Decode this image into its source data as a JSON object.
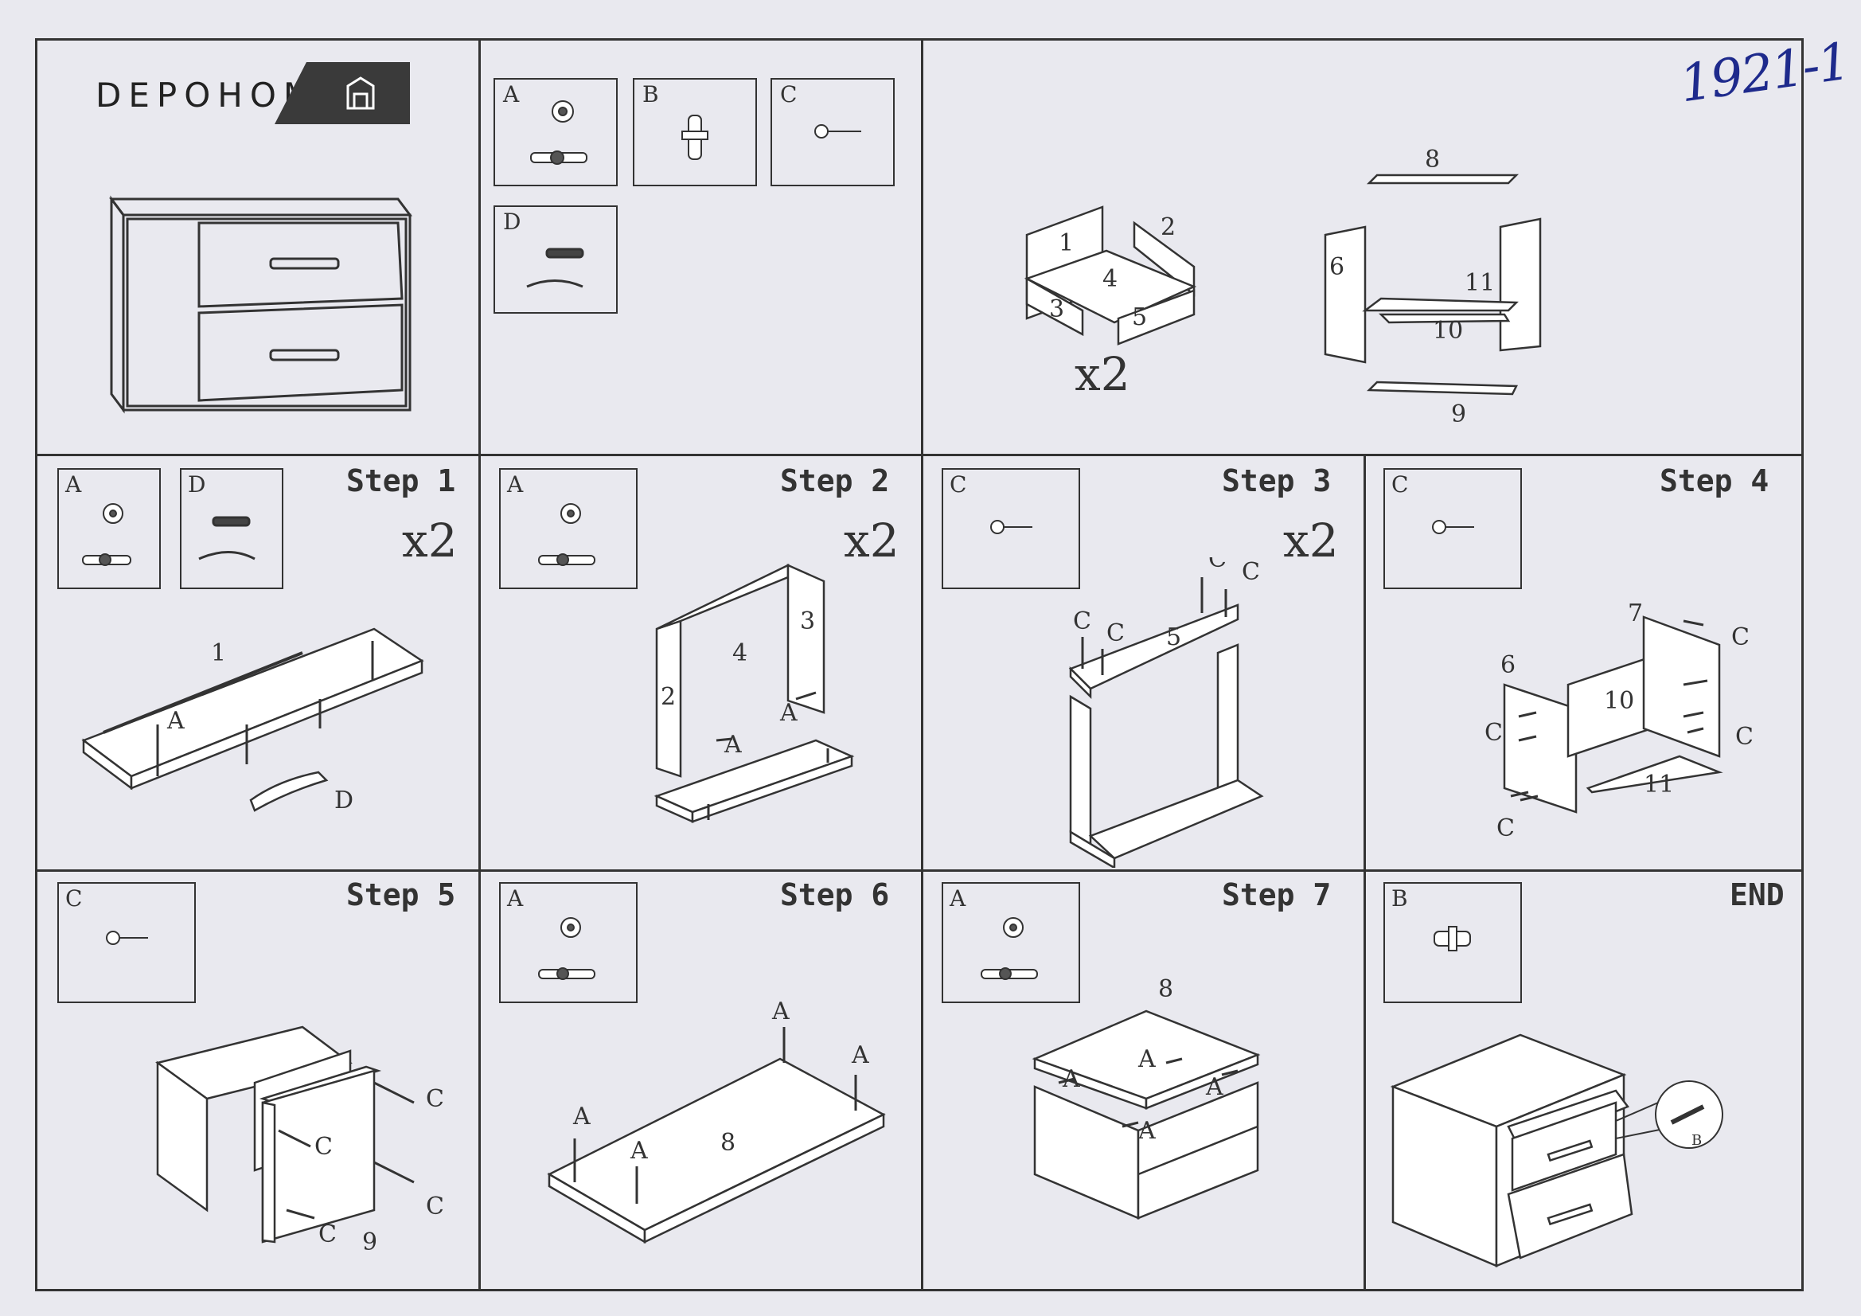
{
  "brand": {
    "logo_text": "DEPOHOME"
  },
  "handwritten_code": "1921-1",
  "hardware": {
    "A": "A",
    "B": "B",
    "C": "C",
    "D": "D"
  },
  "multiplier": "x2",
  "overview_parts": {
    "drawer": [
      "1",
      "2",
      "3",
      "4",
      "5"
    ],
    "carcass": [
      "6",
      "8",
      "9",
      "10",
      "11"
    ]
  },
  "steps": [
    {
      "title": "Step 1",
      "hardware": [
        "A",
        "D"
      ],
      "multiplier": "x2"
    },
    {
      "title": "Step 2",
      "hardware": [
        "A"
      ],
      "multiplier": "x2"
    },
    {
      "title": "Step 3",
      "hardware": [
        "C"
      ],
      "multiplier": "x2"
    },
    {
      "title": "Step 4",
      "hardware": [
        "C"
      ],
      "multiplier": ""
    },
    {
      "title": "Step 5",
      "hardware": [
        "C"
      ],
      "multiplier": ""
    },
    {
      "title": "Step 6",
      "hardware": [
        "A"
      ],
      "multiplier": ""
    },
    {
      "title": "Step 7",
      "hardware": [
        "A"
      ],
      "multiplier": ""
    },
    {
      "title": "END",
      "hardware": [
        "B"
      ],
      "multiplier": ""
    }
  ],
  "panel_labels": {
    "s1": [
      "1",
      "A",
      "D"
    ],
    "s2": [
      "2",
      "3",
      "4",
      "A",
      "A"
    ],
    "s3": [
      "5",
      "C",
      "C",
      "C",
      "C"
    ],
    "s4": [
      "6",
      "7",
      "10",
      "11",
      "C",
      "C",
      "C",
      "C"
    ],
    "s5": [
      "9",
      "C",
      "C",
      "C",
      "C"
    ],
    "s6": [
      "8",
      "A",
      "A",
      "A",
      "A"
    ],
    "s7": [
      "8",
      "A",
      "A",
      "A",
      "A"
    ],
    "end": [
      "B"
    ]
  }
}
